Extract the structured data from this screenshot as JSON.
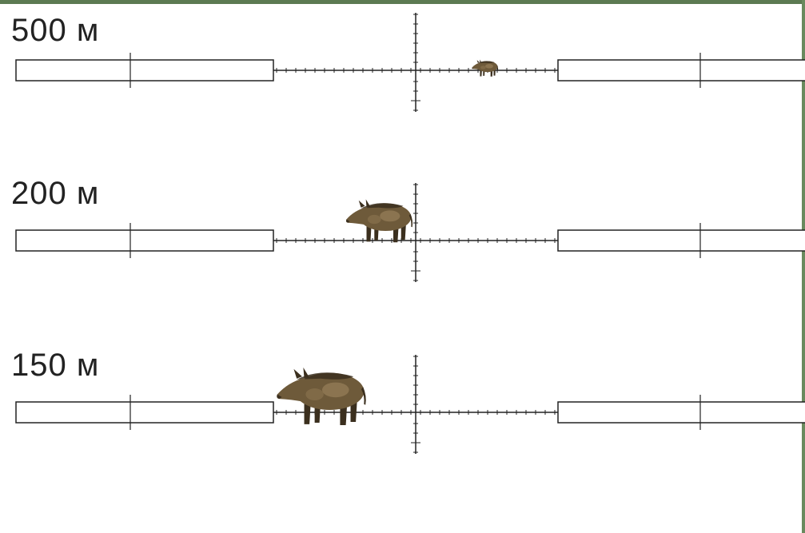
{
  "panels": [
    {
      "distance_label": "500 м",
      "animal": "wild-boar",
      "apparent_size": 0.22
    },
    {
      "distance_label": "200 м",
      "animal": "wild-boar",
      "apparent_size": 0.62
    },
    {
      "distance_label": "150 м",
      "animal": "wild-boar",
      "apparent_size": 0.85
    }
  ],
  "colors": {
    "frame": "#5c7a52",
    "boar_body": "#6e5a3a",
    "boar_dark": "#3b2f1e",
    "reticle": "#222222"
  }
}
